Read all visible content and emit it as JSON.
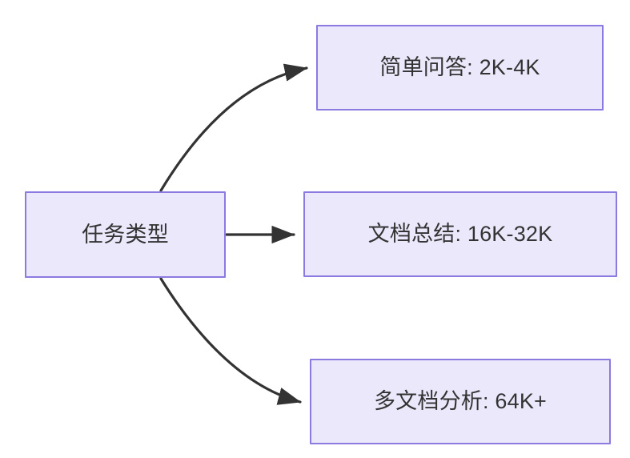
{
  "diagram": {
    "type": "flowchart",
    "direction": "left-to-right",
    "background_color": "#ffffff",
    "node_fill_color": "#ebe8fb",
    "node_border_color": "#8c7ae0",
    "node_text_color": "#333333",
    "edge_color": "#333333",
    "nodes": [
      {
        "id": "source",
        "label": "任务类型",
        "role": "root"
      },
      {
        "id": "simple-qa",
        "label": "简单问答: 2K-4K",
        "role": "leaf"
      },
      {
        "id": "doc-summary",
        "label": "文档总结: 16K-32K",
        "role": "leaf"
      },
      {
        "id": "multi-doc",
        "label": "多文档分析: 64K+",
        "role": "leaf"
      }
    ],
    "edges": [
      {
        "from": "source",
        "to": "simple-qa",
        "style": "curved",
        "arrow": "end"
      },
      {
        "from": "source",
        "to": "doc-summary",
        "style": "straight",
        "arrow": "end"
      },
      {
        "from": "source",
        "to": "multi-doc",
        "style": "curved",
        "arrow": "end"
      }
    ]
  }
}
